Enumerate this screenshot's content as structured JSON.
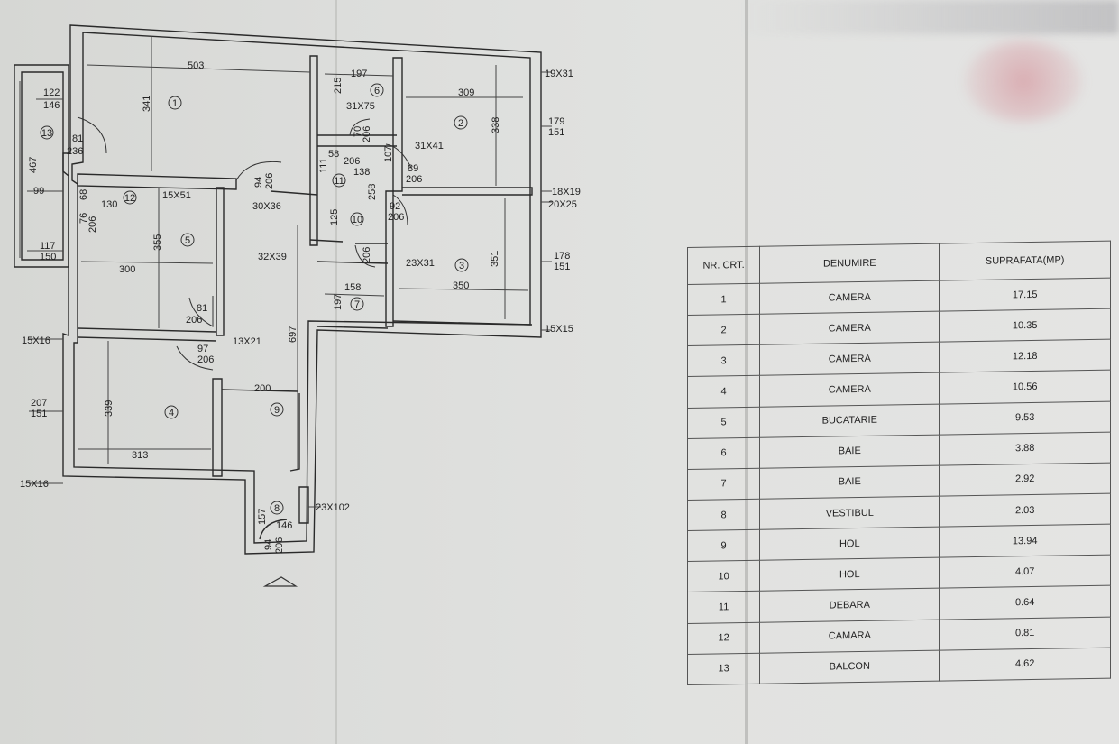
{
  "plan": {
    "rooms": [
      {
        "id": "room-1",
        "number": "1"
      },
      {
        "id": "room-2",
        "number": "2"
      },
      {
        "id": "room-3",
        "number": "3"
      },
      {
        "id": "room-4",
        "number": "4"
      },
      {
        "id": "room-5",
        "number": "5"
      },
      {
        "id": "room-6",
        "number": "6"
      },
      {
        "id": "room-7",
        "number": "7"
      },
      {
        "id": "room-8",
        "number": "8"
      },
      {
        "id": "room-9",
        "number": "9"
      },
      {
        "id": "room-10",
        "number": "10"
      },
      {
        "id": "room-11",
        "number": "11"
      },
      {
        "id": "room-12",
        "number": "12"
      },
      {
        "id": "room-13",
        "number": "13"
      }
    ],
    "dims": {
      "d503": "503",
      "d341": "341",
      "d122": "122",
      "d146": "146",
      "d81a": "81",
      "d236": "236",
      "d467": "467",
      "d99": "99",
      "d117": "117",
      "d150": "150",
      "d197a": "197",
      "d215": "215",
      "d31x75": "31X75",
      "d70": "70",
      "d206a": "206",
      "d309": "309",
      "d338": "338",
      "d19x31": "19X31",
      "d179": "179",
      "d151a": "151",
      "d58": "58",
      "d111": "111",
      "d206b": "206",
      "d138": "138",
      "d107": "107",
      "d31x41": "31X41",
      "d89": "89",
      "d206c": "206",
      "d18x19": "18X19",
      "d20x25": "20X25",
      "d94a": "94",
      "d206d": "206",
      "d30x36": "30X36",
      "d15x51": "15X51",
      "d130": "130",
      "d68": "68",
      "d76": "76",
      "d206e": "206",
      "d355": "355",
      "d300": "300",
      "d258": "258",
      "d125": "125",
      "d92": "92",
      "d206f": "206",
      "d32x39": "32X39",
      "d206g": "206",
      "d23x31": "23X31",
      "d351": "351",
      "d350": "350",
      "d178": "178",
      "d151b": "151",
      "d158": "158",
      "d197b": "197",
      "d15x15": "15X15",
      "d81b": "81",
      "d206h": "206",
      "d15x16a": "15X16",
      "d13x21": "13X21",
      "d97": "97",
      "d206i": "206",
      "d697": "697",
      "d200": "200",
      "d207": "207",
      "d151c": "151",
      "d339": "339",
      "d313": "313",
      "d15x16b": "15X16",
      "d23x102": "23X102",
      "d157": "157",
      "d146b": "146",
      "d94b": "94",
      "d206j": "206"
    }
  },
  "table": {
    "headers": [
      "NR. CRT.",
      "DENUMIRE",
      "SUPRAFATA(MP)"
    ],
    "rows": [
      {
        "nr": "1",
        "name": "CAMERA",
        "area": "17.15"
      },
      {
        "nr": "2",
        "name": "CAMERA",
        "area": "10.35"
      },
      {
        "nr": "3",
        "name": "CAMERA",
        "area": "12.18"
      },
      {
        "nr": "4",
        "name": "CAMERA",
        "area": "10.56"
      },
      {
        "nr": "5",
        "name": "BUCATARIE",
        "area": "9.53"
      },
      {
        "nr": "6",
        "name": "BAIE",
        "area": "3.88"
      },
      {
        "nr": "7",
        "name": "BAIE",
        "area": "2.92"
      },
      {
        "nr": "8",
        "name": "VESTIBUL",
        "area": "2.03"
      },
      {
        "nr": "9",
        "name": "HOL",
        "area": "13.94"
      },
      {
        "nr": "10",
        "name": "HOL",
        "area": "4.07"
      },
      {
        "nr": "11",
        "name": "DEBARA",
        "area": "0.64"
      },
      {
        "nr": "12",
        "name": "CAMARA",
        "area": "0.81"
      },
      {
        "nr": "13",
        "name": "BALCON",
        "area": "4.62"
      }
    ]
  }
}
